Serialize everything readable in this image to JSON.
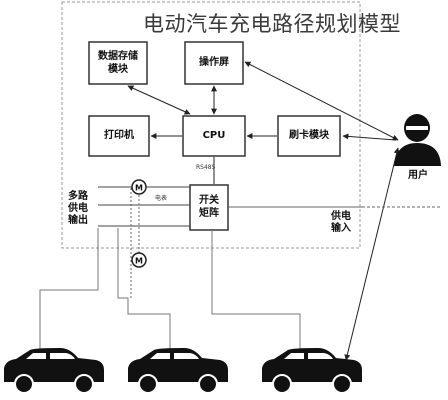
{
  "title": "电动汽车充电路径规划模型",
  "blocks": {
    "data_storage": "数据存储\n模块",
    "operation_screen": "操作屏",
    "printer": "打印机",
    "cpu": "CPU",
    "card_reader": "刷卡模块",
    "switch_matrix": "开关\n矩阵"
  },
  "labels": {
    "rs485": "RS485",
    "power": "电表",
    "meter": "M",
    "multi_output": "多路\n供电\n输出",
    "power_input": "供电\n输入",
    "user": "用户"
  },
  "colors": {
    "line": "#222222",
    "dashed": "#888888",
    "car": "#111111"
  }
}
